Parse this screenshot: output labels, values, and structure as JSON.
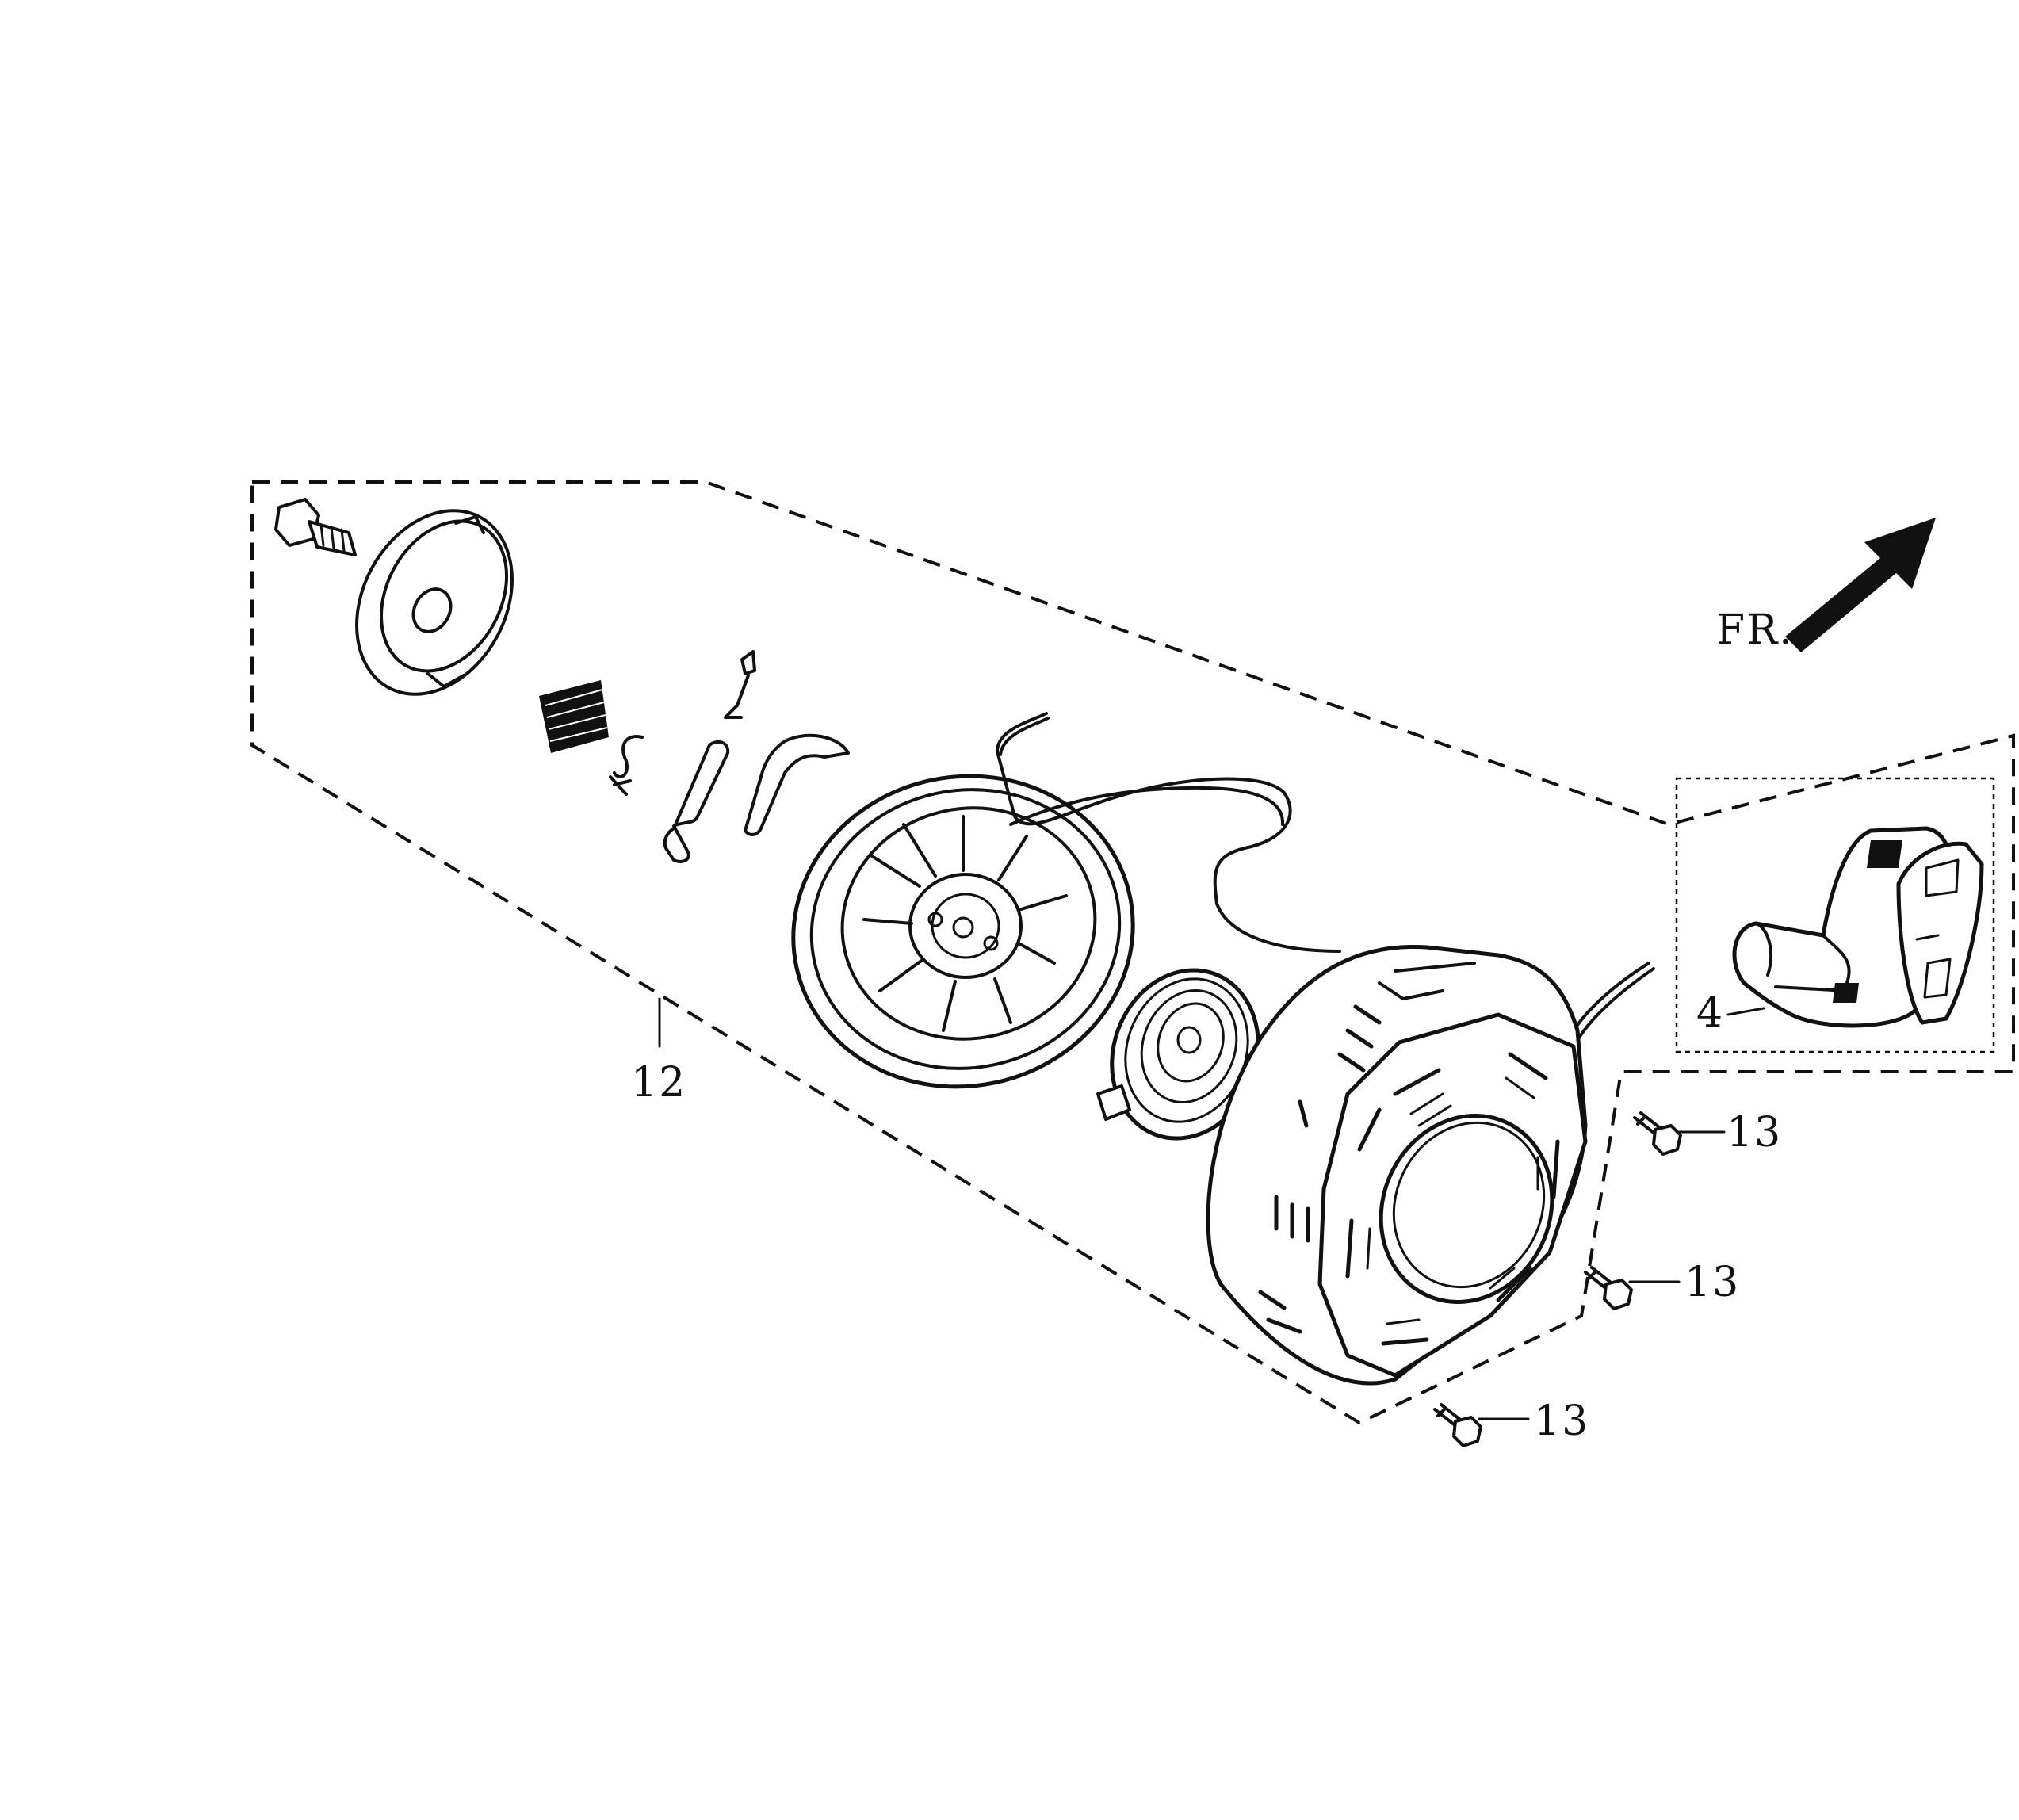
{
  "diagram": {
    "direction_label": "FR.",
    "callouts": {
      "assembly": "12",
      "handle": "4",
      "bolt_a": "13",
      "bolt_b": "13",
      "bolt_c": "13"
    },
    "colors": {
      "ink": "#111111",
      "background": "#ffffff"
    }
  }
}
